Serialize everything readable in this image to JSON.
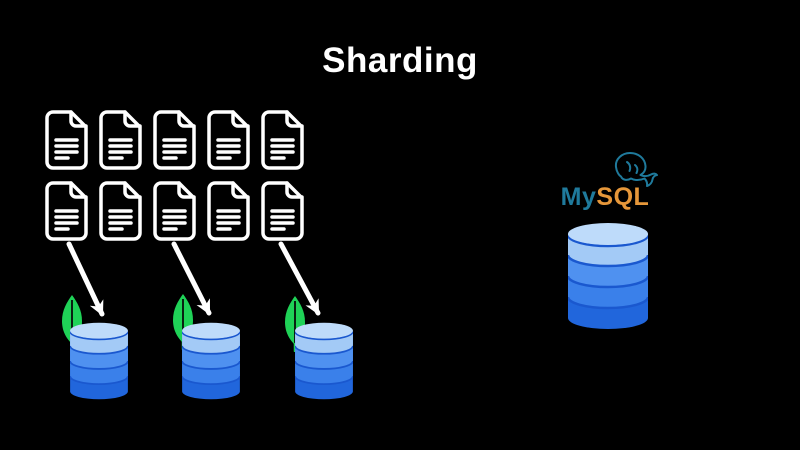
{
  "canvas": {
    "background": "#000000"
  },
  "title": {
    "text": "Sharding",
    "color": "#ffffff"
  },
  "documents": {
    "rows": 2,
    "per_row": 5,
    "total": 10,
    "icon": "document-icon",
    "color": "#ffffff"
  },
  "arrows": {
    "count": 3,
    "color": "#ffffff",
    "description": "documents-to-shard-arrows"
  },
  "mongodb_shards": {
    "count": 3,
    "leaf_icon": "mongodb-leaf-icon",
    "leaf_color": "#1fd257",
    "leaf_vein_color": "#0a1f12",
    "database_icon": "database-cylinder-icon"
  },
  "mysql": {
    "wordmark_my": "My",
    "wordmark_sql": "SQL",
    "my_color": "#1f7a9c",
    "sql_color": "#e6973a",
    "dolphin_icon": "mysql-dolphin-icon",
    "dolphin_color": "#1f7a9c",
    "database_icon": "database-cylinder-icon"
  },
  "database_colors": {
    "top": "#bedbfa",
    "band1": "#a3caf6",
    "band2": "#4f91f0",
    "band3": "#3a80ea",
    "band4": "#2166dc",
    "separator": "#1a58cf"
  }
}
